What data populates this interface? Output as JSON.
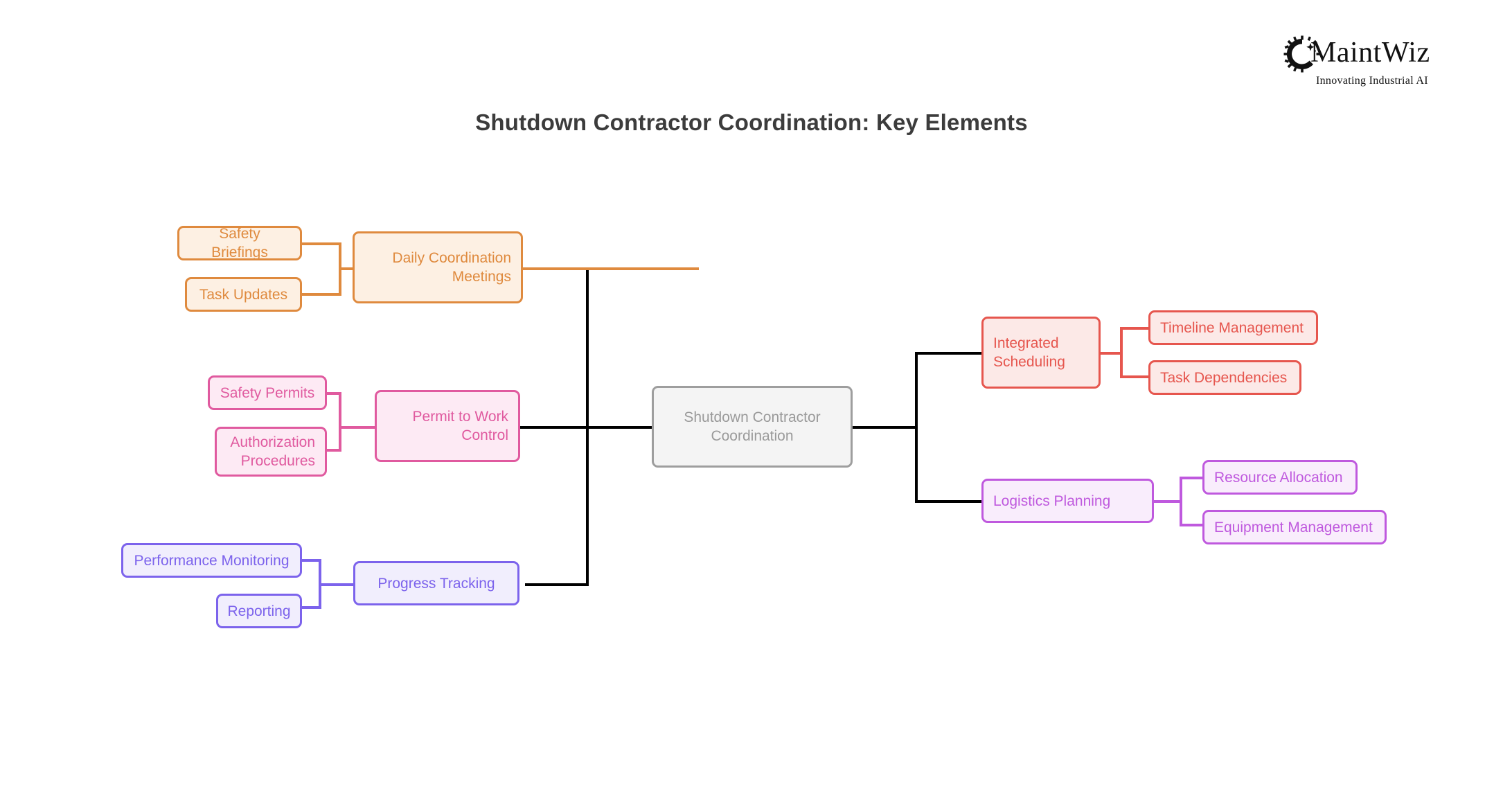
{
  "brand": {
    "name": "MaintWiz",
    "tagline": "Innovating Industrial AI",
    "logo_icon": "gear-sparkle-icon"
  },
  "page": {
    "title": "Shutdown Contractor Coordination: Key Elements",
    "background_color": "#ffffff"
  },
  "chart_data": {
    "type": "diagram",
    "diagram_type": "mind-map",
    "title": "Shutdown Contractor Coordination: Key Elements",
    "root": {
      "label": "Shutdown Contractor Coordination",
      "color": "#9e9e9e",
      "fill": "#f4f4f4"
    },
    "branches": [
      {
        "label": "Daily Coordination Meetings",
        "side": "left",
        "color": "#df8a3e",
        "fill": "#fdf0e3",
        "children": [
          "Safety Briefings",
          "Task Updates"
        ]
      },
      {
        "label": "Permit to Work Control",
        "side": "left",
        "color": "#e05a9f",
        "fill": "#fdeaf4",
        "children": [
          "Safety Permits",
          "Authorization Procedures"
        ]
      },
      {
        "label": "Progress Tracking",
        "side": "left",
        "color": "#7c63ec",
        "fill": "#f1eefd",
        "children": [
          "Performance Monitoring",
          "Reporting"
        ]
      },
      {
        "label": "Integrated Scheduling",
        "side": "right",
        "color": "#e6564e",
        "fill": "#fce9e7",
        "children": [
          "Timeline Management",
          "Task Dependencies"
        ]
      },
      {
        "label": "Logistics Planning",
        "side": "right",
        "color": "#bf59de",
        "fill": "#f9edfc",
        "children": [
          "Resource Allocation",
          "Equipment Management"
        ]
      }
    ]
  },
  "nodes": {
    "root": "Shutdown Contractor Coordination",
    "daily_coordination_meetings": "Daily Coordination Meetings",
    "safety_briefings": "Safety Briefings",
    "task_updates": "Task Updates",
    "permit_to_work_control": "Permit to Work Control",
    "safety_permits": "Safety Permits",
    "authorization_procedures": "Authorization Procedures",
    "progress_tracking": "Progress Tracking",
    "performance_monitoring": "Performance Monitoring",
    "reporting": "Reporting",
    "integrated_scheduling": "Integrated Scheduling",
    "timeline_management": "Timeline Management",
    "task_dependencies": "Task Dependencies",
    "logistics_planning": "Logistics Planning",
    "resource_allocation": "Resource Allocation",
    "equipment_management": "Equipment Management"
  }
}
